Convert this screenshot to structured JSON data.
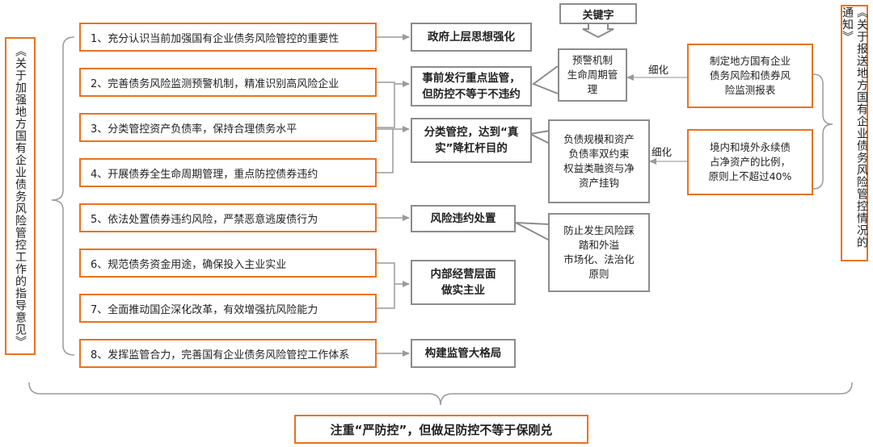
{
  "left_title": "《关于加强地方国有企业债务风险管控工作的指导意见》",
  "right_title": "《关于报送地方国有企业债务风险管控情况的通知》",
  "keyword_label": "关键字",
  "items": [
    "1、充分认识当前加强国有企业债务风险管控的重要性",
    "2、完善债务风险监测预警机制，精准识别高风险企业",
    "3、分类管控资产负债率，保持合理债务水平",
    "4、开展债券全生命周期管理，重点防控债券违约",
    "5、依法处置债券违约风险，严禁恶意逃废债行为",
    "6、规范债务资金用途，确保投入主业实业",
    "7、全面推动国企深化改革，有效增强抗风险能力",
    "8、发挥监管合力，完善国有企业债务风险管控工作体系"
  ],
  "results": [
    "政府上层思想强化",
    "事前发行重点监管，\n但防控不等于不违约",
    "分类管控，达到“真\n实”降杠杆目的",
    "风险违约处置",
    "内部经营层面\n做实主业",
    "构建监管大格局"
  ],
  "notes": [
    "预警机制\n生命周期管理",
    "负债规模和资产\n负债率双约束\n权益类融资与净\n资产挂钩",
    "防止发生风险踩\n踏和外溢\n市场化、法治化\n原则"
  ],
  "right_boxes": [
    "制定地方国有企业\n债务风险和债券风\n险监测报表",
    "境内和境外永续债\n占净资产的比例，\n原则上不超过40%"
  ],
  "refine_label": "细化",
  "bottom_conclusion": "注重“严防控”，但做足防控不等于保刚兑"
}
